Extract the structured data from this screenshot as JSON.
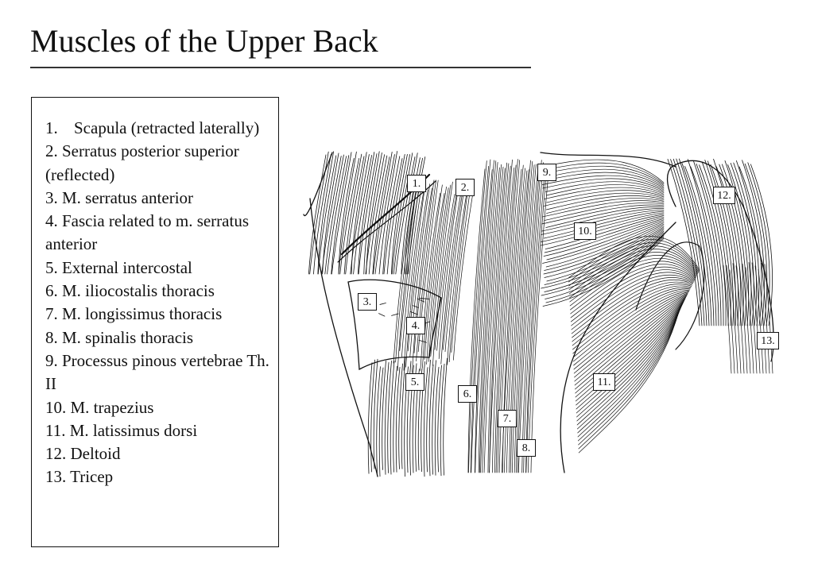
{
  "title": "Muscles of the Upper Back",
  "legend": [
    {
      "num": "1.",
      "text": "Scapula (retracted laterally)",
      "hang": true
    },
    {
      "num": "",
      "text": "2. Serratus posterior superior (reflected)",
      "hang": false
    },
    {
      "num": "",
      "text": "3. M. serratus anterior",
      "hang": false
    },
    {
      "num": "",
      "text": "4. Fascia related to m. serratus anterior",
      "hang": false
    },
    {
      "num": "",
      "text": "5. External intercostal",
      "hang": false
    },
    {
      "num": "",
      "text": "6. M. iliocostalis thoracis",
      "hang": false
    },
    {
      "num": "",
      "text": "7. M. longissimus thoracis",
      "hang": false
    },
    {
      "num": "",
      "text": "8. M. spinalis thoracis",
      "hang": false
    },
    {
      "num": "",
      "text": "9. Processus pinous vertebrae Th. II",
      "hang": false
    },
    {
      "num": "",
      "text": "10. M. trapezius",
      "hang": false
    },
    {
      "num": "",
      "text": "11. M. latissimus dorsi",
      "hang": false
    },
    {
      "num": "",
      "text": "12. Deltoid",
      "hang": false
    },
    {
      "num": "",
      "text": "13. Tricep",
      "hang": false
    }
  ],
  "labels": [
    "1.",
    "2.",
    "3.",
    "4.",
    "5.",
    "6.",
    "7.",
    "8.",
    "9.",
    "10.",
    "11.",
    "12.",
    "13."
  ]
}
